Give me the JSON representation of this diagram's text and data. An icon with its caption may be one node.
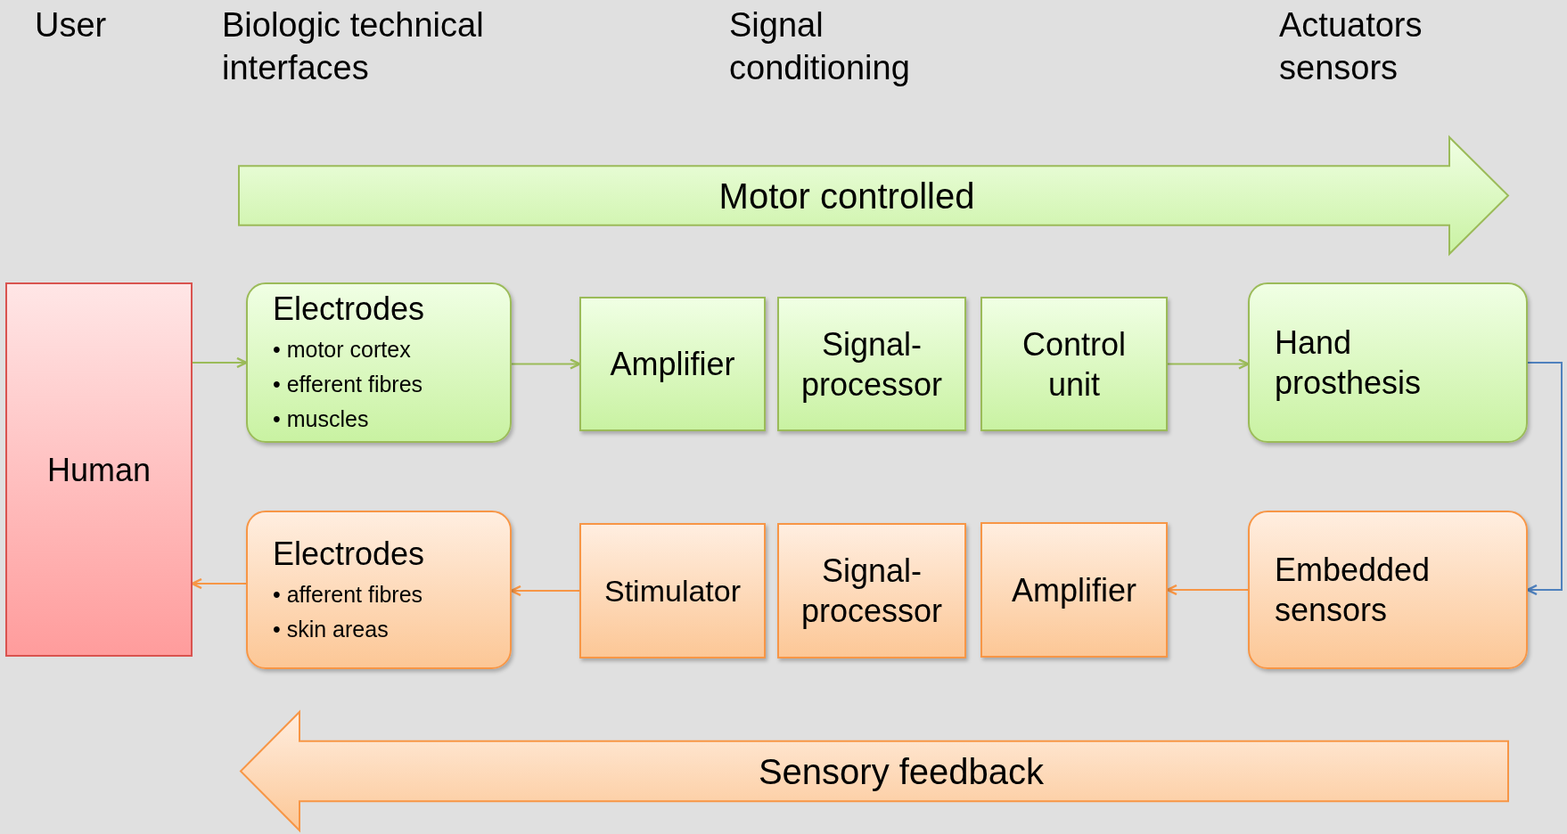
{
  "diagram": {
    "nodes": [
      {
        "text": [
          "Motor controlled"
        ]
      },
      {
        "text": [
          "Human"
        ]
      },
      {
        "text": [
          "Electrodes",
          "• motor cortex",
          "• efferent fibres",
          "• muscles"
        ]
      },
      {
        "text": [
          "Amplifier"
        ]
      },
      {
        "text": [
          "Signal-processor"
        ]
      },
      {
        "text": [
          "Control unit"
        ]
      },
      {
        "text": [
          "Hand prosthesis"
        ]
      },
      {
        "text": [
          "Electrodes",
          "• afferent fibres",
          "• skin areas"
        ]
      },
      {
        "text": [
          "Stimulator"
        ]
      },
      {
        "text": [
          "Signal-processor"
        ]
      },
      {
        "text": [
          "Amplifier"
        ]
      },
      {
        "text": [
          "Embedded sensors"
        ]
      },
      {
        "text": [
          "Sensory feedback"
        ]
      }
    ],
    "edges": [
      {
        "from": 1,
        "to": 2,
        "arrow": "to",
        "color": "#9bbb59"
      },
      {
        "from": 2,
        "to": 3,
        "arrow": "to",
        "color": "#9bbb59"
      },
      {
        "from": 5,
        "to": 6,
        "arrow": "to",
        "color": "#9bbb59"
      },
      {
        "from": 6,
        "to": 11,
        "arrow": "to",
        "color": "#4f81bd"
      },
      {
        "from": 11,
        "to": 10,
        "arrow": "to",
        "color": "#f79646"
      },
      {
        "from": 8,
        "to": 7,
        "arrow": "to",
        "color": "#f79646"
      },
      {
        "from": 7,
        "to": 1,
        "arrow": "to",
        "color": "#f79646"
      }
    ],
    "labels": [
      "User",
      "Biologic technical interfaces",
      "Signal conditioning",
      "Actuators sensors"
    ]
  }
}
